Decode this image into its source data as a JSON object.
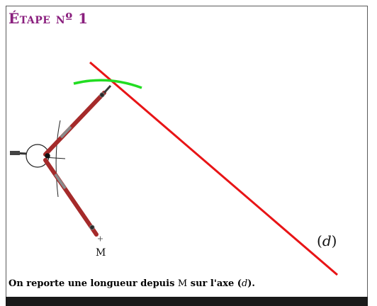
{
  "title": "Étape nº 1",
  "labels": {
    "point": "M",
    "axis_open": "(",
    "axis_letter": "d",
    "axis_close": ")"
  },
  "caption": {
    "part1": "On reporte une longueur depuis ",
    "point": "M",
    "part2": " sur l'axe (",
    "axis": "d",
    "part3": ")."
  },
  "colors": {
    "title": "#8a1f7e",
    "axis_line": "#e81416",
    "arc": "#22dd22",
    "compass_arm": "#a52a2a",
    "frame": "#5a5a5a"
  }
}
